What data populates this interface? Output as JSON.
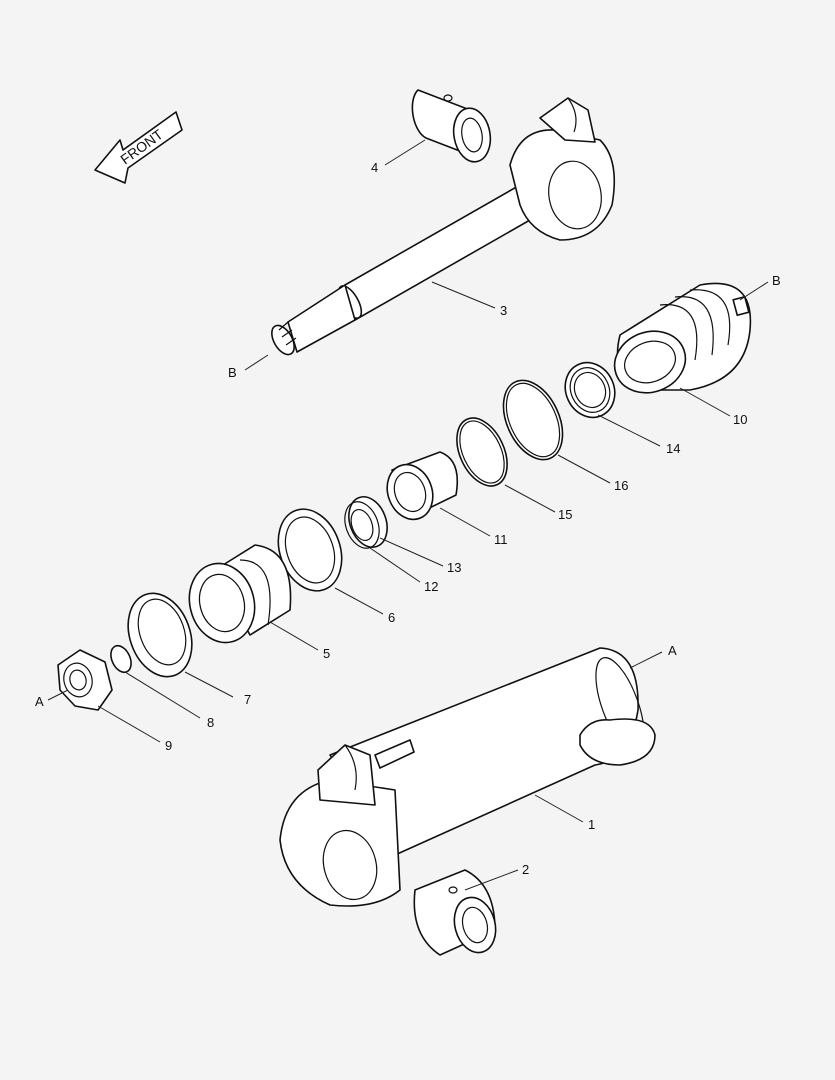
{
  "front_label": "FRONT",
  "callouts": {
    "c1": "1",
    "c2": "2",
    "c3": "3",
    "c4": "4",
    "c5": "5",
    "c6": "6",
    "c7": "7",
    "c8": "8",
    "c9": "9",
    "c10": "10",
    "c11": "11",
    "c12": "12",
    "c13": "13",
    "c14": "14",
    "c15": "15",
    "c16": "16",
    "refA1": "A",
    "refA2": "A",
    "refB1": "B",
    "refB2": "B"
  }
}
